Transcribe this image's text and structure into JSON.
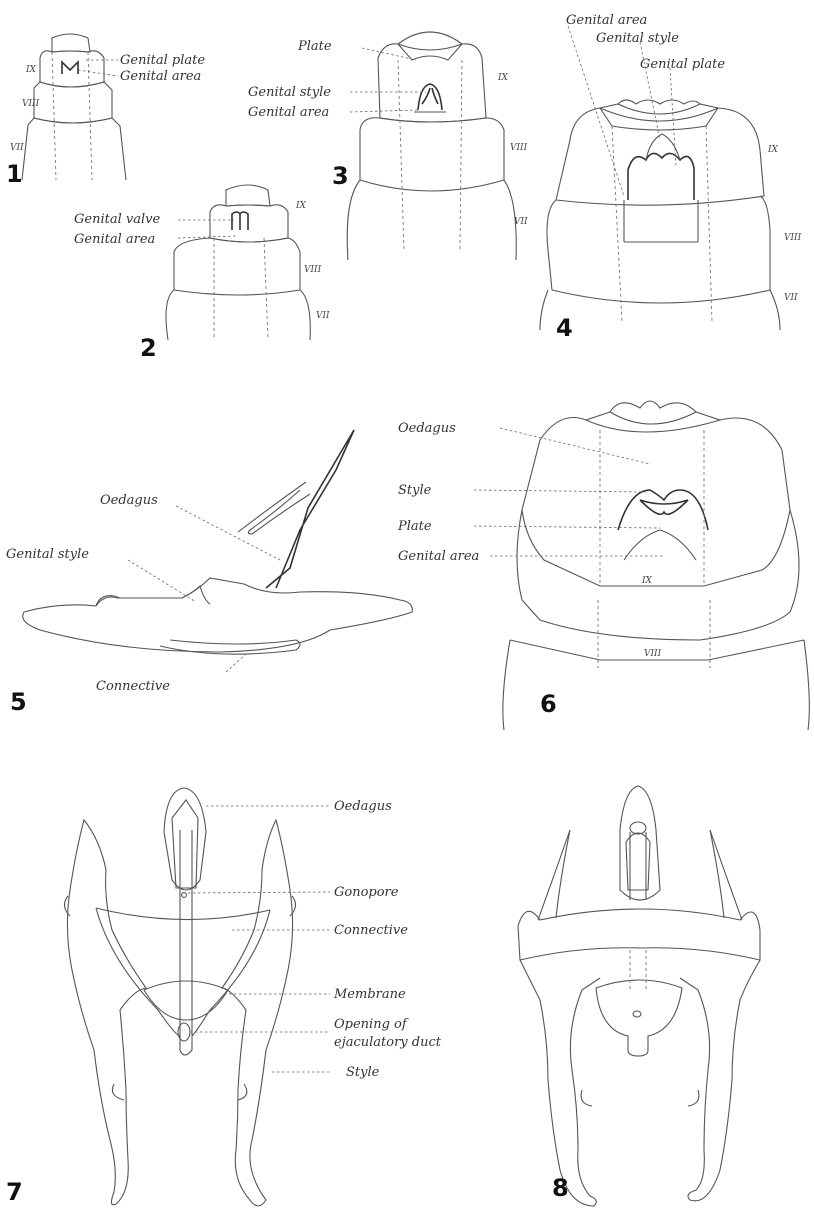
{
  "figures": [
    {
      "number": "1",
      "labels": [
        "Genital plate",
        "Genital area"
      ],
      "segments": [
        "IX",
        "VIII",
        "VII"
      ]
    },
    {
      "number": "2",
      "labels": [
        "Genital valve",
        "Genital area"
      ],
      "segments": [
        "IX",
        "VIII",
        "VII"
      ]
    },
    {
      "number": "3",
      "labels": [
        "Plate",
        "Genital style",
        "Genital area"
      ],
      "segments": [
        "IX",
        "VIII",
        "VII"
      ]
    },
    {
      "number": "4",
      "labels": [
        "Genital area",
        "Genital style",
        "Genital plate"
      ],
      "segments": [
        "IX",
        "VIII",
        "VII"
      ]
    },
    {
      "number": "5",
      "labels": [
        "Oedagus",
        "Genital style",
        "Connective"
      ]
    },
    {
      "number": "6",
      "labels": [
        "Oedagus",
        "Style",
        "Plate",
        "Genital area"
      ],
      "segments": [
        "IX",
        "VIII"
      ]
    },
    {
      "number": "7",
      "labels": [
        "Oedagus",
        "Gonopore",
        "Connective",
        "Membrane",
        "Opening of",
        "ejaculatory duct",
        "Style"
      ]
    },
    {
      "number": "8"
    }
  ]
}
